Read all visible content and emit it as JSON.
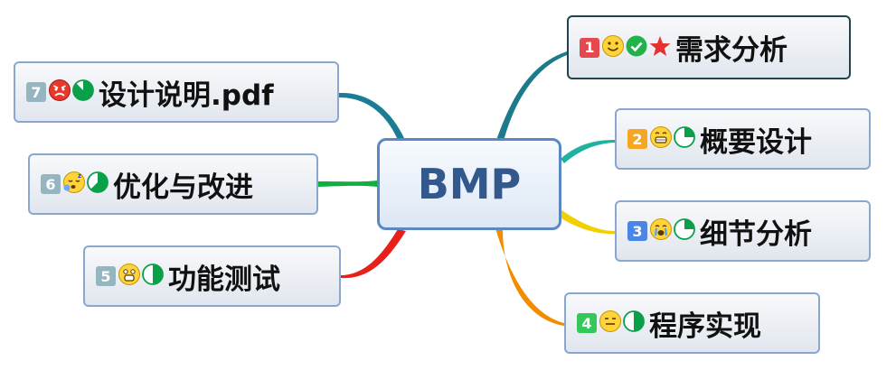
{
  "central": {
    "title": "BMP"
  },
  "topics": [
    {
      "number": "1",
      "label": "需求分析",
      "number_color": "#e5484d",
      "icons": [
        "smiley-icon",
        "check-icon",
        "star-icon"
      ]
    },
    {
      "number": "2",
      "label": "概要设计",
      "number_color": "#f5a623",
      "icons": [
        "grin-icon",
        "progress-icon"
      ],
      "progress": 0.25
    },
    {
      "number": "3",
      "label": "细节分析",
      "number_color": "#4a86e8",
      "icons": [
        "crying-icon",
        "progress-icon"
      ],
      "progress": 0.25
    },
    {
      "number": "4",
      "label": "程序实现",
      "number_color": "#34c759",
      "icons": [
        "neutral-face-icon",
        "progress-icon"
      ],
      "progress": 0.5
    },
    {
      "number": "5",
      "label": "功能测试",
      "number_color": "#95b6c0",
      "icons": [
        "shocked-icon",
        "progress-icon"
      ],
      "progress": 0.5
    },
    {
      "number": "6",
      "label": "优化与改进",
      "number_color": "#95b6c0",
      "icons": [
        "sleepy-icon",
        "progress-icon"
      ],
      "progress": 0.625
    },
    {
      "number": "7",
      "label": "设计说明.pdf",
      "number_color": "#95b6c0",
      "icons": [
        "angry-icon",
        "progress-icon"
      ],
      "progress": 0.875
    }
  ],
  "branch_colors": [
    "#1d7a8a",
    "#20b2a0",
    "#f2d000",
    "#f28c00",
    "#e8201a",
    "#10b040",
    "#1a7c95"
  ]
}
